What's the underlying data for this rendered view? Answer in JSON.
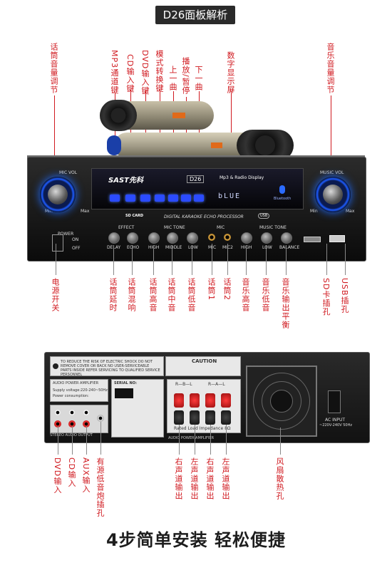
{
  "header": {
    "title": "D26面板解析"
  },
  "front_panel": {
    "brand": "SAST先科",
    "model": "D26",
    "display_heading": "Mp3 & Radio Display",
    "display_text": "bLUE",
    "bluetooth": "Bluetooth",
    "processor": "DIGITAL KARAOKE ECHO PROCESSOR",
    "sd_label": "SD CARD",
    "usb_label": "USB",
    "mic_vol": "MIC VOL",
    "music_vol": "MUSIC VOL",
    "min": "Min",
    "max": "Max",
    "power": "POWER",
    "on": "ON",
    "off": "OFF",
    "knob_labels": [
      "DELAY",
      "ECHO",
      "HIGH",
      "MIDDLE",
      "LOW",
      "MIC",
      "MIC2",
      "HIGH",
      "LOW",
      "BALANCE"
    ],
    "group_labels": [
      "EFFECT",
      "MIC TONE",
      "MIC",
      "MUSIC TONE"
    ]
  },
  "front_callouts_top": [
    {
      "text": "话筒音量调节"
    },
    {
      "text": "MP3通道键"
    },
    {
      "text": "CD输入键"
    },
    {
      "text": "DVD输入键"
    },
    {
      "text": "模式转换键"
    },
    {
      "text": "上一曲"
    },
    {
      "text": "播放/暂停"
    },
    {
      "text": "下一曲"
    },
    {
      "text": "数字显示屏"
    },
    {
      "text": "音乐音量调节"
    }
  ],
  "front_callouts_bottom": [
    {
      "text": "电源开关"
    },
    {
      "text": "话筒延时"
    },
    {
      "text": "话筒混响"
    },
    {
      "text": "话筒高音"
    },
    {
      "text": "话筒中音"
    },
    {
      "text": "话筒低音"
    },
    {
      "text": "话筒1"
    },
    {
      "text": "话筒2"
    },
    {
      "text": "音乐高音"
    },
    {
      "text": "音乐低音"
    },
    {
      "text": "音乐输出平衡"
    },
    {
      "text": "SD卡插孔"
    },
    {
      "text": "USB插孔"
    }
  ],
  "back_panel": {
    "caution_text": "CAUTION",
    "caution_small": "TO REDUCE THE RISK OF ELECTRIC SHOCK DO NOT REMOVE COVER OR BACK NO USER-SERVICEABLE PARTS INSIDE REFER SERVICING TO QUALIFIED SERVICE PERSONNEL",
    "amp_title": "AUDIO POWER AMPLIFIER",
    "supply": "Supply voltage:220-240~50Hz",
    "consumption": "Power consumption:",
    "serial": "SERIAL NO:",
    "speaker_left": "R—B—L",
    "speaker_right": "R—A—L",
    "impedance": "Rated Load Impedance 8Ω",
    "ac_input": "AC INPUT",
    "ac_spec": "~220V-240V 50Hz",
    "stereo_output": "STEREO AUDIO OUTPUT"
  },
  "back_callouts": [
    {
      "text": "DVD输入"
    },
    {
      "text": "CD输入"
    },
    {
      "text": "AUX输入"
    },
    {
      "text": "有源低音炮插孔"
    },
    {
      "text": "右声道输出"
    },
    {
      "text": "左声道输出"
    },
    {
      "text": "右声道输出"
    },
    {
      "text": "左声道输出"
    },
    {
      "text": "风扇散热孔"
    }
  ],
  "footer": {
    "text": "4步简单安装 轻松便捷"
  }
}
